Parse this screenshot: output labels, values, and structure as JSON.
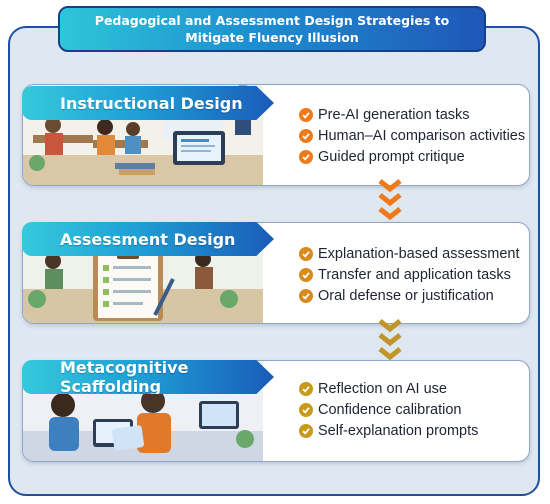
{
  "title": "Pedagogical and Assessment Design Strategies to Mitigate Fluency Illusion",
  "sections": [
    {
      "label": "Instructional Design",
      "check_color": "#f07a1a",
      "items": [
        "Pre-AI generation tasks",
        "Human–AI comparison activities",
        "Guided prompt critique"
      ]
    },
    {
      "label": "Assessment Design",
      "check_color": "#d98a1c",
      "items": [
        "Explanation-based assessment",
        "Transfer and application tasks",
        "Oral defense or justification"
      ]
    },
    {
      "label": "Metacognitive Scaffolding",
      "check_color": "#c99a1a",
      "items": [
        "Reflection on AI use",
        "Confidence calibration",
        "Self-explanation prompts"
      ]
    }
  ],
  "colors": {
    "arrow_1": "#f07a1a",
    "arrow_2": "#c0962a",
    "frame": "#1f4fa3",
    "frame_fill": "#dfe7f1"
  }
}
